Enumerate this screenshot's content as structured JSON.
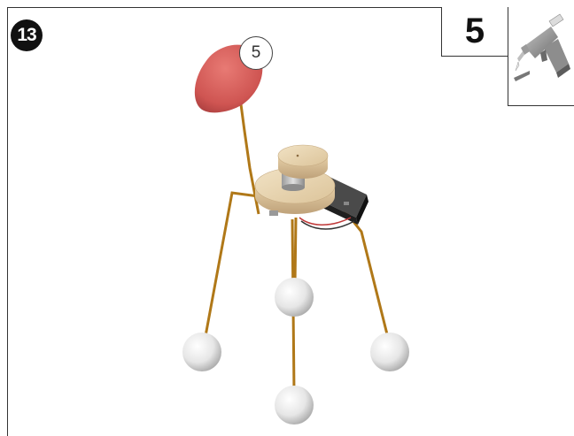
{
  "step": {
    "number": "13"
  },
  "glue": {
    "quantity": "5",
    "tool_icon": "glue-gun-icon"
  },
  "callout": {
    "label": "5"
  },
  "colors": {
    "wire": "#b07818",
    "head": "#d05a5a",
    "wood": "#e2cba2",
    "battery": "#2a2a2a",
    "ball": "#eeeeee"
  }
}
